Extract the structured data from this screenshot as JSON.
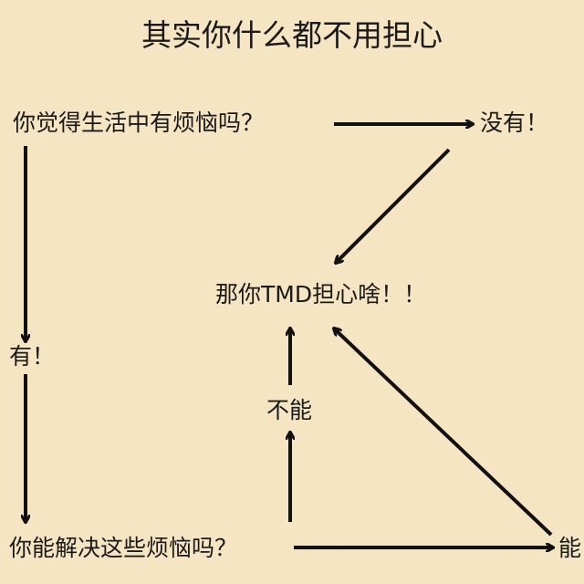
{
  "title": "其实你什么都不用担心",
  "nodes": {
    "q1": "你觉得生活中有烦恼吗？",
    "no": "没有！",
    "conclusion": "那你TMD担心啥！！",
    "yes": "有！",
    "q2": "你能解决这些烦恼吗？",
    "cannot": "不能",
    "can": "能"
  }
}
